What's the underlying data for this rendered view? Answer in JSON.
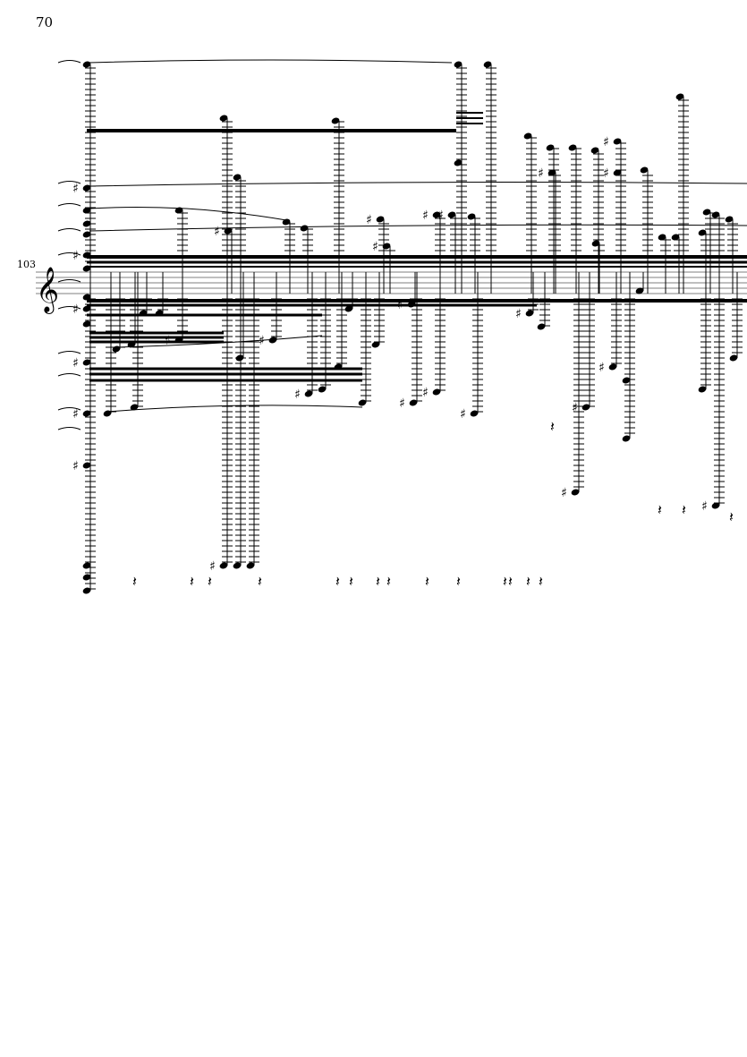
{
  "page": {
    "page_number": "70",
    "measure_number": "103",
    "clef": "treble-clef",
    "ink_color": "#000000",
    "paper_color": "#ffffff"
  }
}
